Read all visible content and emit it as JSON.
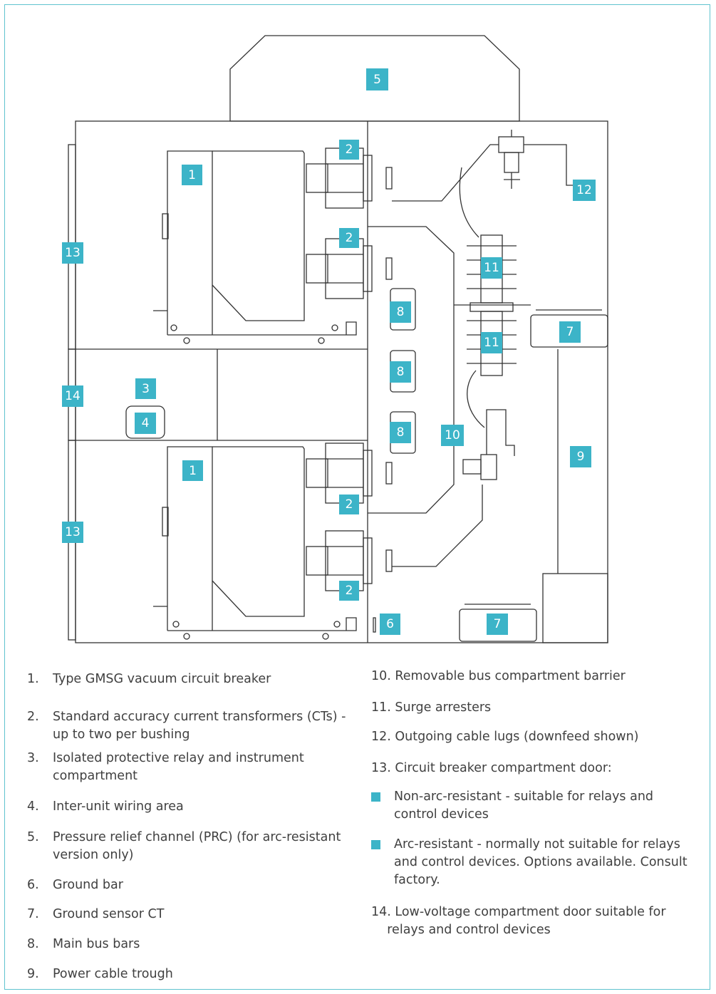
{
  "diagram": {
    "callouts": {
      "c5": "5",
      "c2a": "2",
      "c2b": "2",
      "c2c": "2",
      "c2d": "2",
      "c1a": "1",
      "c1b": "1",
      "c12": "12",
      "c13a": "13",
      "c13b": "13",
      "c11a": "11",
      "c11b": "11",
      "c8a": "8",
      "c8b": "8",
      "c8c": "8",
      "c7a": "7",
      "c7b": "7",
      "c14": "14",
      "c3": "3",
      "c4": "4",
      "c10": "10",
      "c9": "9",
      "c6": "6"
    }
  },
  "legend": {
    "left": [
      {
        "num": "1.",
        "text": "Type GMSG vacuum circuit breaker"
      },
      {
        "num": "2.",
        "text": "Standard accuracy current transformers (CTs) -\nup to two per bushing"
      },
      {
        "num": "3.",
        "text": "Isolated protective relay and instrument\ncompartment"
      },
      {
        "num": "4.",
        "text": "Inter-unit wiring area"
      },
      {
        "num": "5.",
        "text": "Pressure relief channel (PRC) (for arc-resistant\nversion only)"
      },
      {
        "num": "6.",
        "text": "Ground bar"
      },
      {
        "num": "7.",
        "text": "Ground sensor CT"
      },
      {
        "num": "8.",
        "text": "Main bus bars"
      },
      {
        "num": "9.",
        "text": "Power cable trough"
      }
    ],
    "right": [
      {
        "text": "10. Removable bus compartment barrier"
      },
      {
        "text": "11. Surge arresters"
      },
      {
        "text": "12. Outgoing cable lugs (downfeed shown)"
      },
      {
        "text": "13. Circuit breaker compartment door:"
      }
    ],
    "bullets": [
      {
        "text": "Non-arc-resistant - suitable for relays and\ncontrol devices"
      },
      {
        "text": "Arc-resistant - normally not suitable for relays\nand control devices. Options available. Consult\nfactory."
      }
    ],
    "item14": {
      "text": "14. Low-voltage compartment door suitable for\n    relays and control devices"
    },
    "colors": {
      "accent": "#3cb4c8",
      "line": "#333333",
      "text": "#404040",
      "frame": "#5fc3cf"
    }
  }
}
